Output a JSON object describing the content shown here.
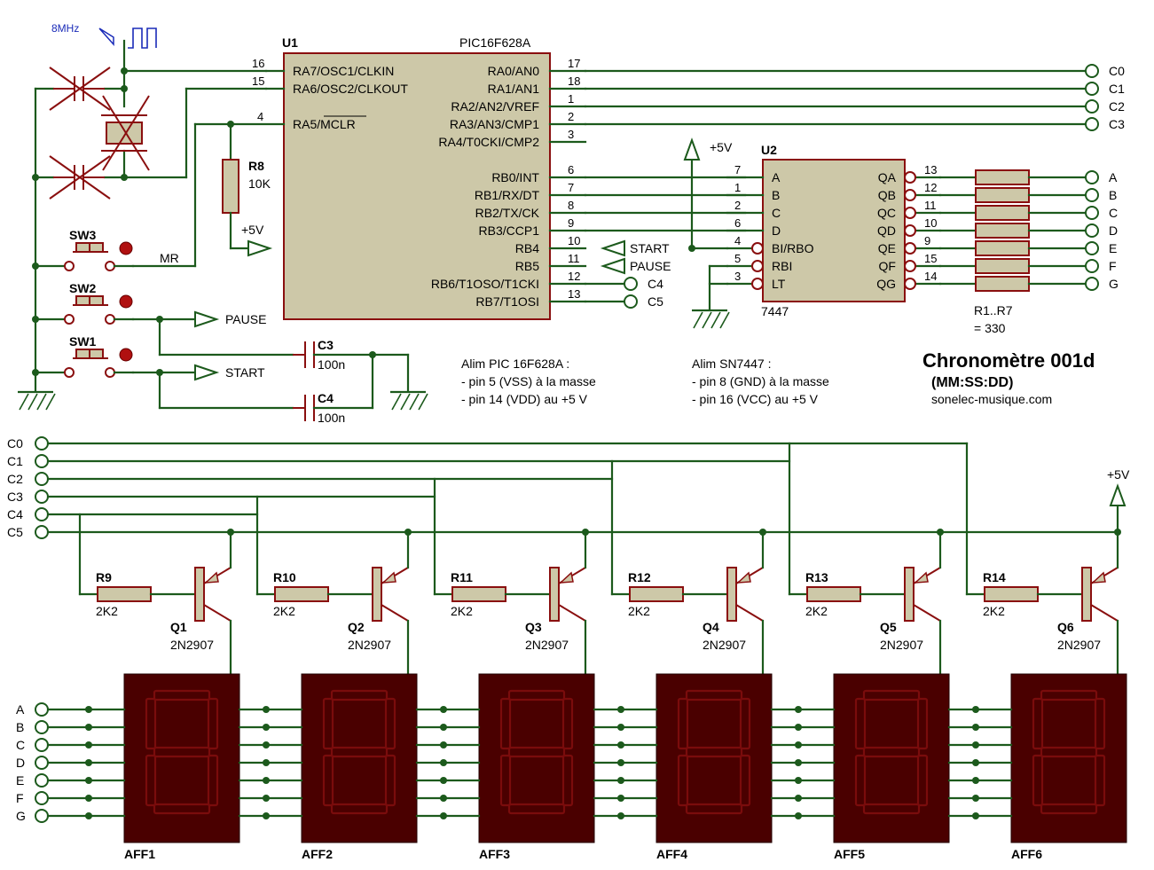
{
  "header": {
    "title": "Chronomètre 001d",
    "format": "(MM:SS:DD)",
    "website": "sonelec-musique.com"
  },
  "clock": {
    "label": "8MHz"
  },
  "u1": {
    "ref": "U1",
    "part": "PIC16F628A",
    "left_pins": [
      {
        "num": "16",
        "name": "RA7/OSC1/CLKIN"
      },
      {
        "num": "15",
        "name": "RA6/OSC2/CLKOUT"
      },
      {
        "num": "4",
        "name": "RA5/MCLR"
      }
    ],
    "right_pins": [
      {
        "num": "17",
        "name": "RA0/AN0"
      },
      {
        "num": "18",
        "name": "RA1/AN1"
      },
      {
        "num": "1",
        "name": "RA2/AN2/VREF"
      },
      {
        "num": "2",
        "name": "RA3/AN3/CMP1"
      },
      {
        "num": "3",
        "name": "RA4/T0CKI/CMP2"
      },
      {
        "num": "6",
        "name": "RB0/INT"
      },
      {
        "num": "7",
        "name": "RB1/RX/DT"
      },
      {
        "num": "8",
        "name": "RB2/TX/CK"
      },
      {
        "num": "9",
        "name": "RB3/CCP1"
      },
      {
        "num": "10",
        "name": "RB4"
      },
      {
        "num": "11",
        "name": "RB5"
      },
      {
        "num": "12",
        "name": "RB6/T1OSO/T1CKI"
      },
      {
        "num": "13",
        "name": "RB7/T1OSI"
      }
    ]
  },
  "u2": {
    "ref": "U2",
    "part": "7447",
    "left_pins": [
      {
        "num": "7",
        "name": "A"
      },
      {
        "num": "1",
        "name": "B"
      },
      {
        "num": "2",
        "name": "C"
      },
      {
        "num": "6",
        "name": "D"
      },
      {
        "num": "4",
        "name": "BI/RBO"
      },
      {
        "num": "5",
        "name": "RBI"
      },
      {
        "num": "3",
        "name": "LT"
      }
    ],
    "right_pins": [
      {
        "num": "13",
        "name": "QA"
      },
      {
        "num": "12",
        "name": "QB"
      },
      {
        "num": "11",
        "name": "QC"
      },
      {
        "num": "10",
        "name": "QD"
      },
      {
        "num": "9",
        "name": "QE"
      },
      {
        "num": "15",
        "name": "QF"
      },
      {
        "num": "14",
        "name": "QG"
      }
    ]
  },
  "r8": {
    "ref": "R8",
    "value": "10K"
  },
  "supply": {
    "vcc": "+5V"
  },
  "switches": [
    {
      "ref": "SW3",
      "net": "MR"
    },
    {
      "ref": "SW2",
      "net": "PAUSE"
    },
    {
      "ref": "SW1",
      "net": "START"
    }
  ],
  "caps": [
    {
      "ref": "C3",
      "value": "100n"
    },
    {
      "ref": "C4",
      "value": "100n"
    }
  ],
  "inputs": {
    "start": "START",
    "pause": "PAUSE"
  },
  "col_nets": [
    "C0",
    "C1",
    "C2",
    "C3",
    "C4",
    "C5"
  ],
  "seg_nets": [
    "A",
    "B",
    "C",
    "D",
    "E",
    "F",
    "G"
  ],
  "resistor_array": {
    "range": "R1..R7",
    "value": "= 330"
  },
  "notes": {
    "pic": [
      "Alim PIC 16F628A :",
      "- pin 5 (VSS) à la masse",
      "- pin 14 (VDD) au +5 V"
    ],
    "sn": [
      "Alim SN7447 :",
      "- pin 8 (GND) à la masse",
      "- pin 16 (VCC) au +5 V"
    ]
  },
  "drivers": [
    {
      "r": "R9",
      "rv": "2K2",
      "q": "Q1",
      "qt": "2N2907",
      "aff": "AFF1"
    },
    {
      "r": "R10",
      "rv": "2K2",
      "q": "Q2",
      "qt": "2N2907",
      "aff": "AFF2"
    },
    {
      "r": "R11",
      "rv": "2K2",
      "q": "Q3",
      "qt": "2N2907",
      "aff": "AFF3"
    },
    {
      "r": "R12",
      "rv": "2K2",
      "q": "Q4",
      "qt": "2N2907",
      "aff": "AFF4"
    },
    {
      "r": "R13",
      "rv": "2K2",
      "q": "Q5",
      "qt": "2N2907",
      "aff": "AFF5"
    },
    {
      "r": "R14",
      "rv": "2K2",
      "q": "Q6",
      "qt": "2N2907",
      "aff": "AFF6"
    }
  ]
}
